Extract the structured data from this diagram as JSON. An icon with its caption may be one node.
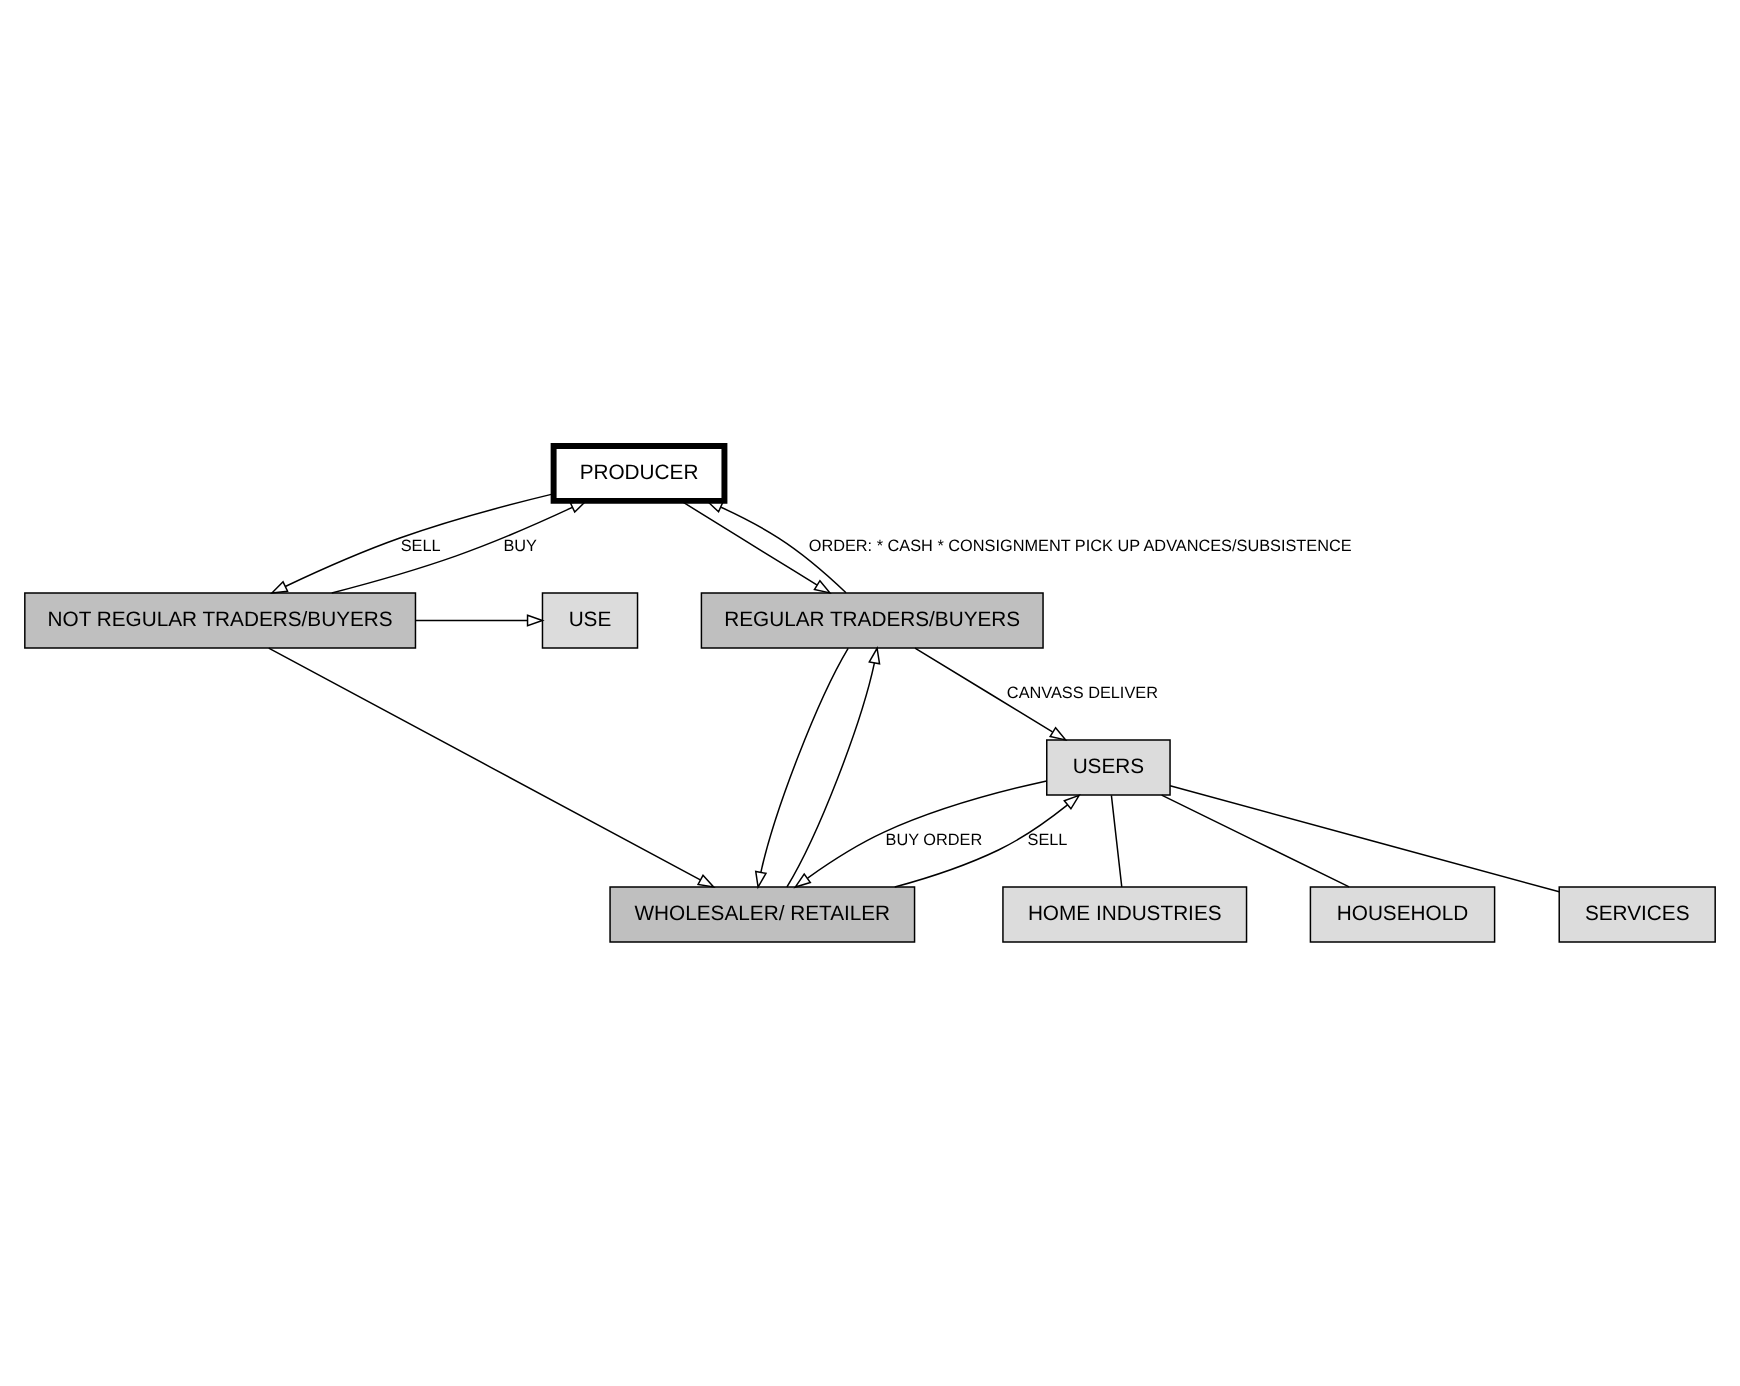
{
  "diagram": {
    "nodes": [
      {
        "text": [
          "PRODUCER"
        ]
      },
      {
        "text": [
          "USE"
        ]
      },
      {
        "text": [
          "NOT REGULAR TRADERS/BUYERS"
        ]
      },
      {
        "text": [
          "REGULAR TRADERS/BUYERS"
        ]
      },
      {
        "text": [
          "WHOLESALER/ RETAILER"
        ]
      },
      {
        "text": [
          "USERS"
        ]
      },
      {
        "text": [
          "HOME INDUSTRIES"
        ]
      },
      {
        "text": [
          "HOUSEHOLD"
        ]
      },
      {
        "text": [
          "SERVICES"
        ]
      }
    ],
    "edges": [
      {
        "from": 2,
        "to": 0,
        "arrow": "to",
        "label": "BUY"
      },
      {
        "from": 0,
        "to": 2,
        "arrow": "to",
        "label": "SELL"
      },
      {
        "from": 0,
        "to": 3,
        "arrow": "to"
      },
      {
        "from": 3,
        "to": 0,
        "arrow": "to",
        "label": "ORDER: * CASH * CONSIGNMENT PICK UP ADVANCES/SUBSISTENCE"
      },
      {
        "from": 2,
        "to": 1,
        "arrow": "to"
      },
      {
        "from": 2,
        "to": 4,
        "arrow": "to"
      },
      {
        "from": 3,
        "to": 4,
        "arrow": "to"
      },
      {
        "from": 4,
        "to": 3,
        "arrow": "to"
      },
      {
        "from": 4,
        "to": 5,
        "arrow": "to",
        "label": "SELL"
      },
      {
        "from": 5,
        "to": 4,
        "arrow": "to",
        "label": "BUY ORDER"
      },
      {
        "from": 3,
        "to": 5,
        "arrow": "to",
        "label": "CANVASS DELIVER"
      },
      {
        "from": 5,
        "to": 6,
        "arrow": "none"
      },
      {
        "from": 5,
        "to": 7,
        "arrow": "none"
      },
      {
        "from": 5,
        "to": 8,
        "arrow": "none"
      }
    ]
  }
}
